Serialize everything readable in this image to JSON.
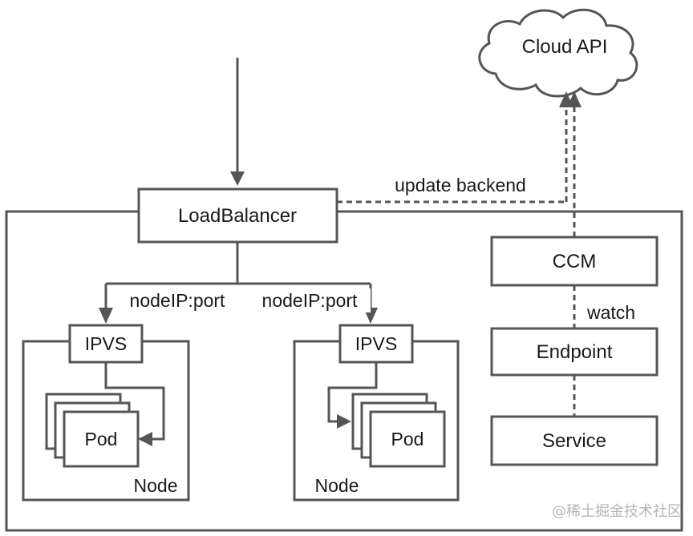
{
  "diagram": {
    "cloud_label": "Cloud API",
    "edge_update_backend": "update backend",
    "loadbalancer_label": "LoadBalancer",
    "edge_nodeip_left": "nodeIP:port",
    "edge_nodeip_right": "nodeIP:port",
    "ipvs_left_label": "IPVS",
    "ipvs_right_label": "IPVS",
    "pod_left_label": "Pod",
    "pod_right_label": "Pod",
    "node_left_label": "Node",
    "node_right_label": "Node",
    "ccm_label": "CCM",
    "edge_watch": "watch",
    "endpoint_label": "Endpoint",
    "service_label": "Service"
  },
  "watermark": "@稀土掘金技术社区"
}
